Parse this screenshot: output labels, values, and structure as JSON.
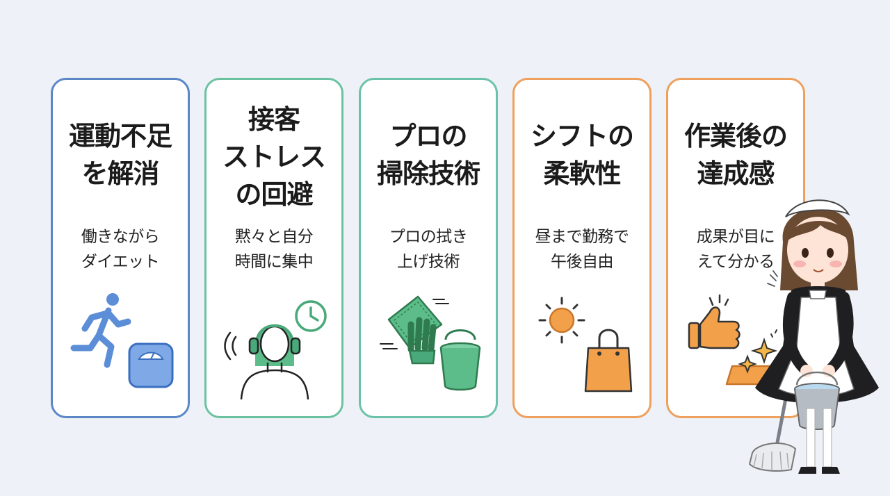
{
  "cards": [
    {
      "title": "運動不足\nを解消",
      "subtitle": "働きながら\nダイエット",
      "border_color": "#5b87c6",
      "accent_color": "#5b8ed6",
      "icons": [
        "running-person-icon",
        "weight-scale-icon"
      ]
    },
    {
      "title": "接客\nストレス\nの回避",
      "subtitle": "黙々と自分\n時間に集中",
      "border_color": "#6cc2a0",
      "accent_color": "#4aa97a",
      "icons": [
        "person-with-headphones-icon",
        "clock-icon"
      ]
    },
    {
      "title": "プロの\n掃除技術",
      "subtitle": "プロの拭き\n上げ技術",
      "border_color": "#6cc2a8",
      "accent_color": "#52b07c",
      "icons": [
        "cleaning-cloth-hand-icon",
        "bucket-icon"
      ]
    },
    {
      "title": "シフトの\n柔軟性",
      "subtitle": "昼まで勤務で\n午後自由",
      "border_color": "#eea05c",
      "accent_color": "#f2a14a",
      "icons": [
        "sun-icon",
        "shopping-bag-icon"
      ]
    },
    {
      "title": "作業後の\n達成感",
      "subtitle": "成果が目に\nえて分かる",
      "border_color": "#eea05c",
      "accent_color": "#f2a14a",
      "icons": [
        "thumbs-up-icon",
        "sparkling-surface-icon"
      ]
    }
  ],
  "character": "maid-with-mop-and-bucket-illustration"
}
